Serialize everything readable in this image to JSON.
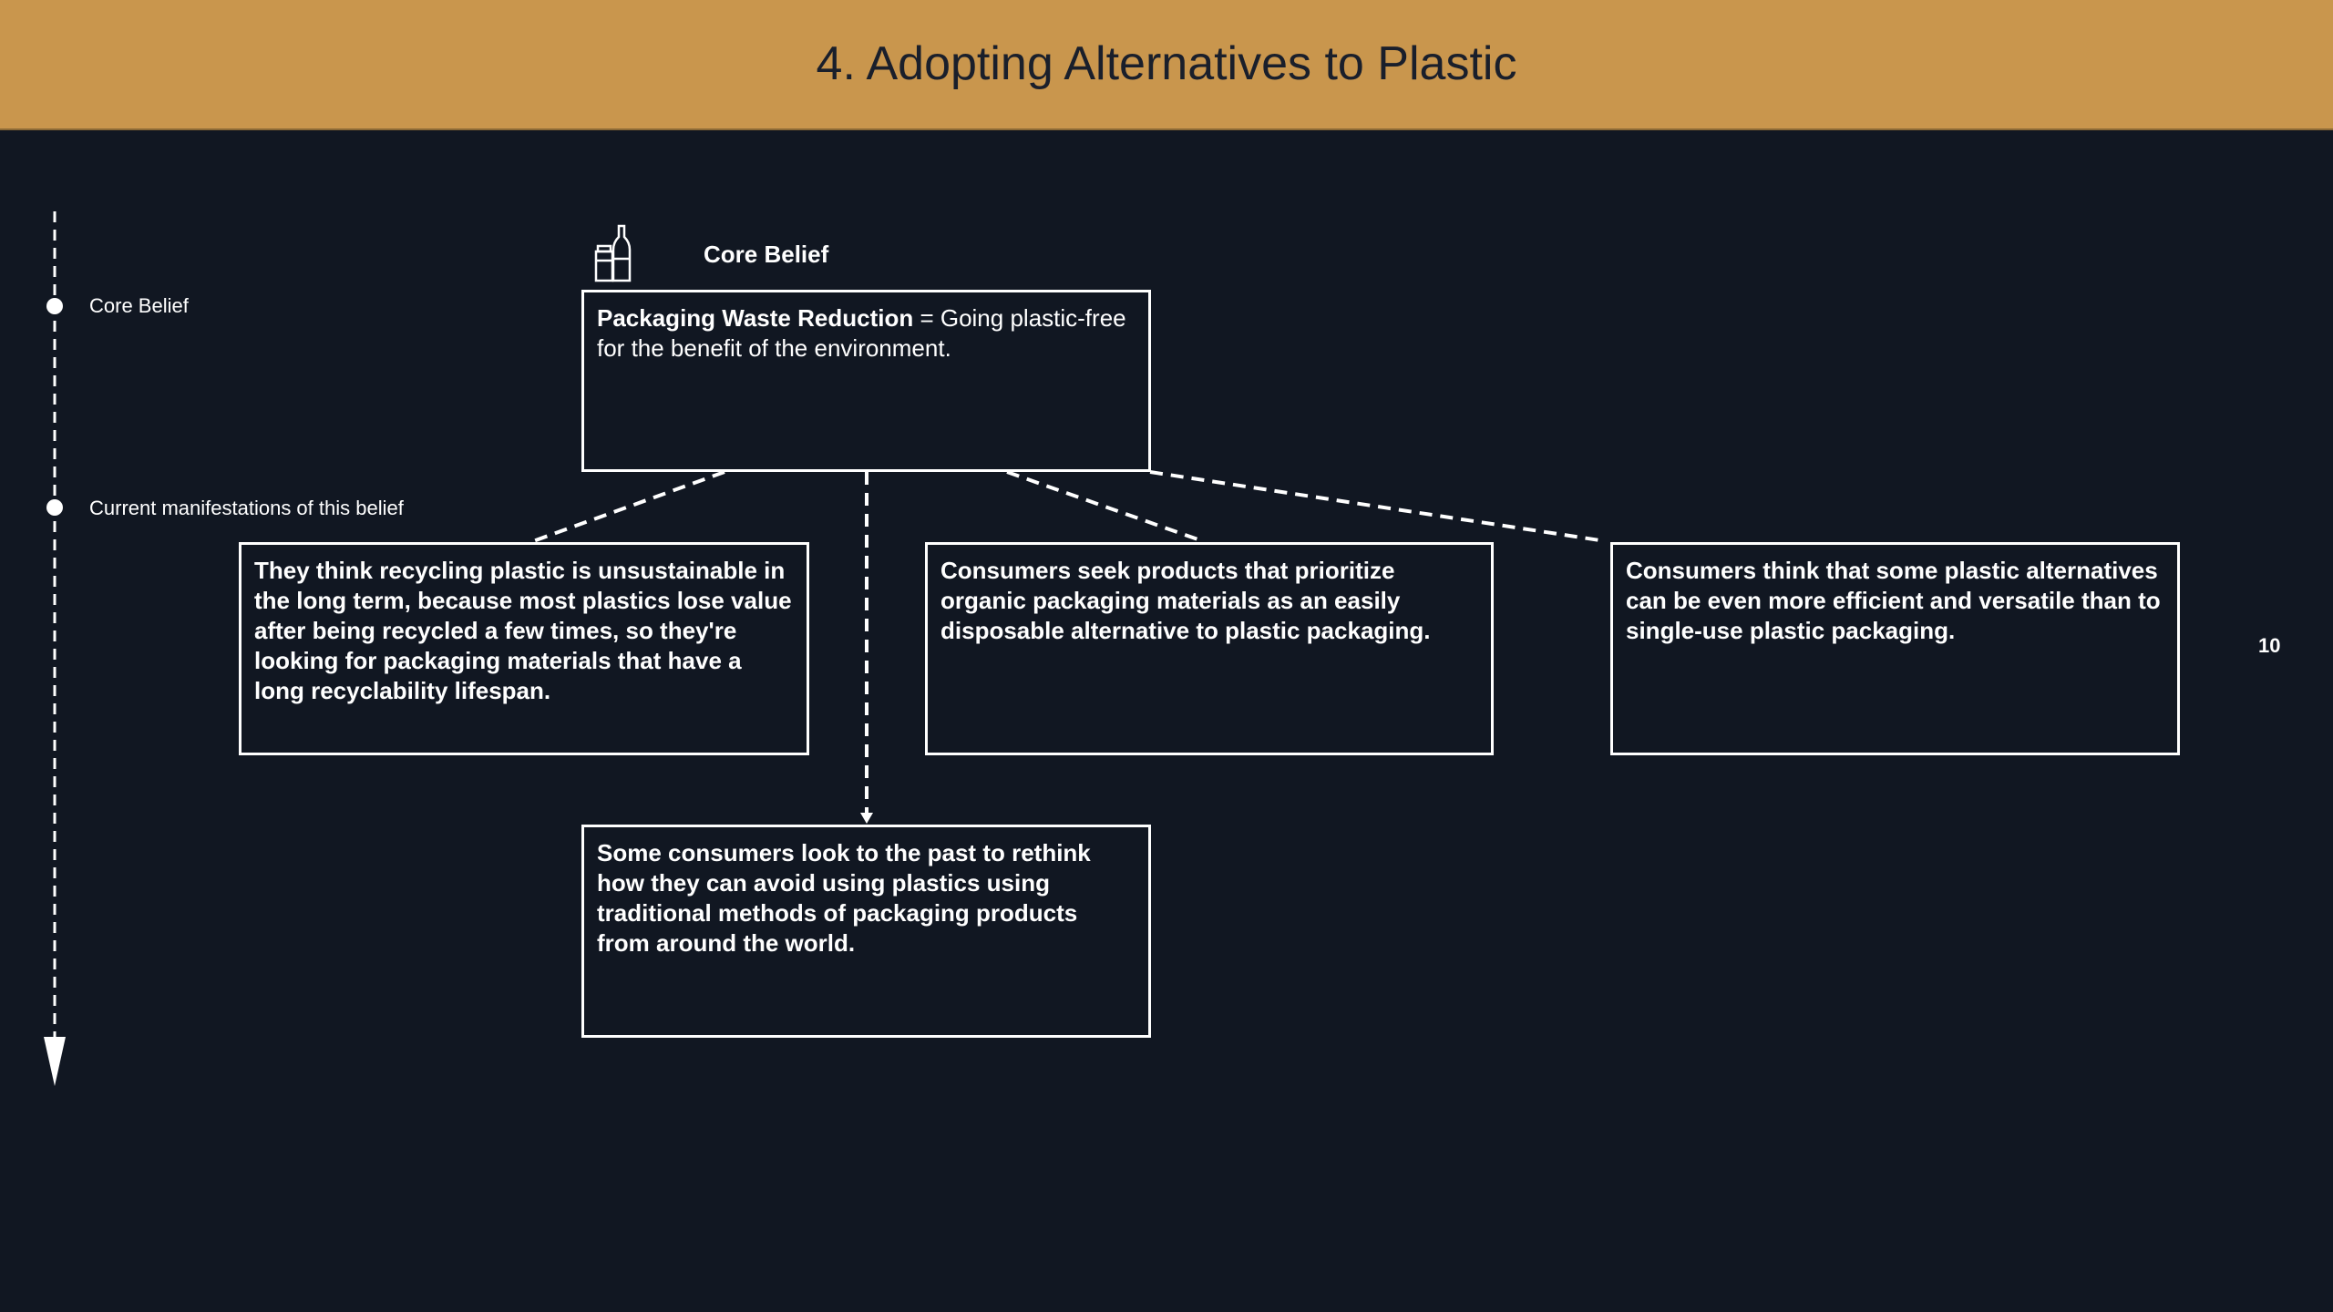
{
  "header": {
    "title": "4. Adopting Alternatives to Plastic"
  },
  "axis": {
    "labels": [
      "Core Belief",
      "Current manifestations of this belief"
    ]
  },
  "core": {
    "heading": "Core Belief",
    "icon": "bottle-jar-icon",
    "term": "Packaging Waste Reduction",
    "definition": " = Going plastic-free for the benefit of the environment."
  },
  "manifestations": [
    "They think recycling plastic is unsustainable in the long term, because most plastics lose value after being recycled a few times, so they're looking for packaging materials that have a long recyclability lifespan.",
    "Consumers seek products that prioritize organic packaging materials as an easily disposable alternative to plastic packaging.",
    "Consumers think that some plastic alternatives can be even more efficient and versatile than to single-use plastic packaging.",
    "Some consumers look to the past to rethink how they can avoid using plastics using traditional methods of packaging products from around the world."
  ],
  "page_number": "10",
  "colors": {
    "header": "#c9964d",
    "background": "#111722",
    "text": "#ffffff"
  }
}
